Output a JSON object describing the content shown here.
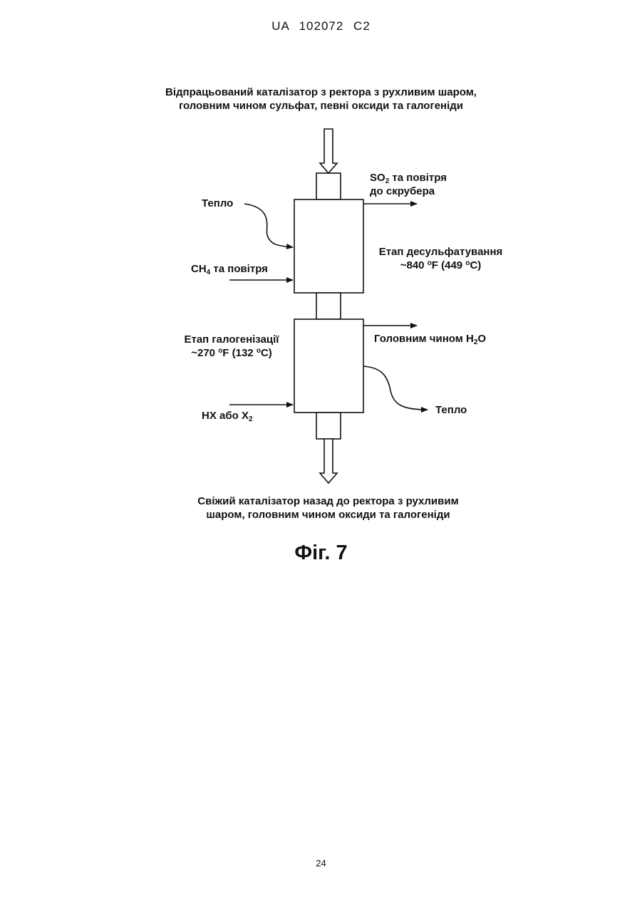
{
  "header": "UA 102072 C2",
  "top_caption": {
    "line1": "Відпрацьований каталізатор з ректора з рухливим шаром,",
    "line2": "головним чином сульфат, певні оксиди та галогеніди"
  },
  "so2_label": {
    "so": "SO",
    "sub": "2",
    "rest": "та повітря",
    "line2": "до скрубера"
  },
  "heat_in_label": "Тепло",
  "ch4_label": {
    "ch": "CH",
    "sub": "4",
    "rest": "та повітря"
  },
  "desulf_stage": {
    "line1": "Етап десульфатування",
    "temp_f": "~840 ",
    "deg1": "o",
    "f_rest": "F (449 ",
    "deg2": "o",
    "c_rest": "C)"
  },
  "halo_stage": {
    "line1": "Етап галогенізації",
    "temp_f": "~270 ",
    "deg1": "o",
    "f_rest": "F (132 ",
    "deg2": "o",
    "c_rest": "C)"
  },
  "water_label": {
    "pre": "Головним чином H",
    "sub": "2",
    "post": "O"
  },
  "heat_out_label": "Тепло",
  "hx_label": {
    "pre": "HX або X",
    "sub": "2"
  },
  "bottom_caption": {
    "line1": "Свіжий каталізатор назад до ректора з рухливим",
    "line2": "шаром, головним чином оксиди та галогеніди"
  },
  "figure_label": "Фіг. 7",
  "page_number": "24"
}
